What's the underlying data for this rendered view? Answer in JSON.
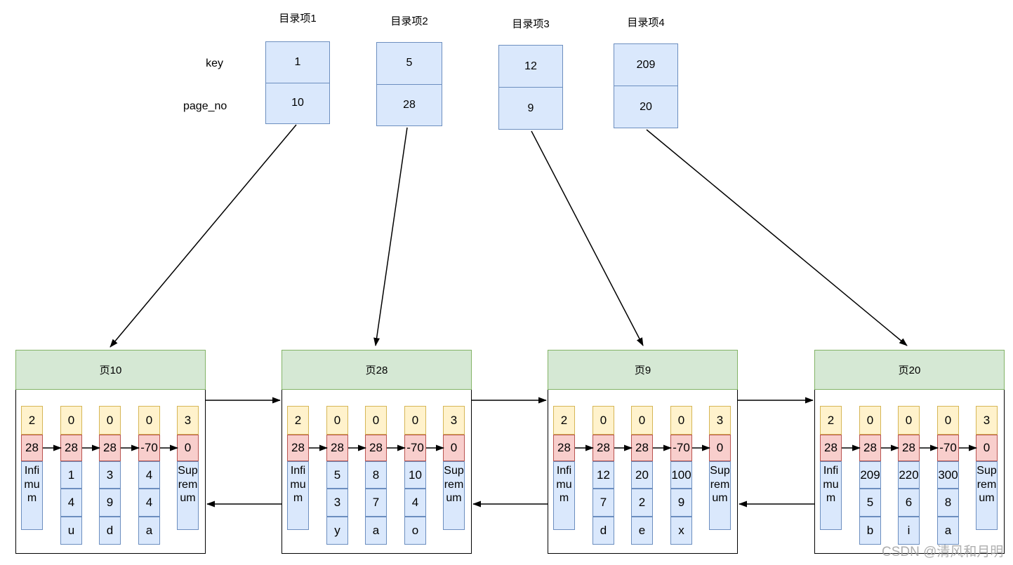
{
  "field_labels": {
    "key": "key",
    "page_no": "page_no"
  },
  "directory_entries": [
    {
      "label": "目录项1",
      "key": "1",
      "page_no": "10"
    },
    {
      "label": "目录项2",
      "key": "5",
      "page_no": "28"
    },
    {
      "label": "目录项3",
      "key": "12",
      "page_no": "9"
    },
    {
      "label": "目录项4",
      "key": "209",
      "page_no": "20"
    }
  ],
  "pages": [
    {
      "title": "页10",
      "records": [
        {
          "kind": "infimum",
          "record_type": "2",
          "next_offset": "28",
          "fields": [
            "Infimum"
          ]
        },
        {
          "kind": "data",
          "record_type": "0",
          "next_offset": "28",
          "fields": [
            "1",
            "4",
            "u"
          ]
        },
        {
          "kind": "data",
          "record_type": "0",
          "next_offset": "28",
          "fields": [
            "3",
            "9",
            "d"
          ]
        },
        {
          "kind": "data",
          "record_type": "0",
          "next_offset": "-70",
          "fields": [
            "4",
            "4",
            "a"
          ]
        },
        {
          "kind": "supremum",
          "record_type": "3",
          "next_offset": "0",
          "fields": [
            "Supremum"
          ]
        }
      ]
    },
    {
      "title": "页28",
      "records": [
        {
          "kind": "infimum",
          "record_type": "2",
          "next_offset": "28",
          "fields": [
            "Infimum"
          ]
        },
        {
          "kind": "data",
          "record_type": "0",
          "next_offset": "28",
          "fields": [
            "5",
            "3",
            "y"
          ]
        },
        {
          "kind": "data",
          "record_type": "0",
          "next_offset": "28",
          "fields": [
            "8",
            "7",
            "a"
          ]
        },
        {
          "kind": "data",
          "record_type": "0",
          "next_offset": "-70",
          "fields": [
            "10",
            "4",
            "o"
          ]
        },
        {
          "kind": "supremum",
          "record_type": "3",
          "next_offset": "0",
          "fields": [
            "Supremum"
          ]
        }
      ]
    },
    {
      "title": "页9",
      "records": [
        {
          "kind": "infimum",
          "record_type": "2",
          "next_offset": "28",
          "fields": [
            "Infimum"
          ]
        },
        {
          "kind": "data",
          "record_type": "0",
          "next_offset": "28",
          "fields": [
            "12",
            "7",
            "d"
          ]
        },
        {
          "kind": "data",
          "record_type": "0",
          "next_offset": "28",
          "fields": [
            "20",
            "2",
            "e"
          ]
        },
        {
          "kind": "data",
          "record_type": "0",
          "next_offset": "-70",
          "fields": [
            "100",
            "9",
            "x"
          ]
        },
        {
          "kind": "supremum",
          "record_type": "3",
          "next_offset": "0",
          "fields": [
            "Supremum"
          ]
        }
      ]
    },
    {
      "title": "页20",
      "records": [
        {
          "kind": "infimum",
          "record_type": "2",
          "next_offset": "28",
          "fields": [
            "Infimum"
          ]
        },
        {
          "kind": "data",
          "record_type": "0",
          "next_offset": "28",
          "fields": [
            "209",
            "5",
            "b"
          ]
        },
        {
          "kind": "data",
          "record_type": "0",
          "next_offset": "28",
          "fields": [
            "220",
            "6",
            "i"
          ]
        },
        {
          "kind": "data",
          "record_type": "0",
          "next_offset": "-70",
          "fields": [
            "300",
            "8",
            "a"
          ]
        },
        {
          "kind": "supremum",
          "record_type": "3",
          "next_offset": "0",
          "fields": [
            "Supremum"
          ]
        }
      ]
    }
  ],
  "watermark": "CSDN @清风和月明",
  "colors": {
    "box_blue_fill": "#dae8fc",
    "box_blue_border": "#6c8ebf",
    "header_green_fill": "#d5e8d4",
    "header_green_border": "#82b366",
    "cell_yellow_fill": "#fff2cc",
    "cell_yellow_border": "#d6b656",
    "cell_red_fill": "#f8cecc",
    "cell_red_border": "#b85450",
    "arrow": "#000000",
    "watermark": "#9a9a9a"
  }
}
